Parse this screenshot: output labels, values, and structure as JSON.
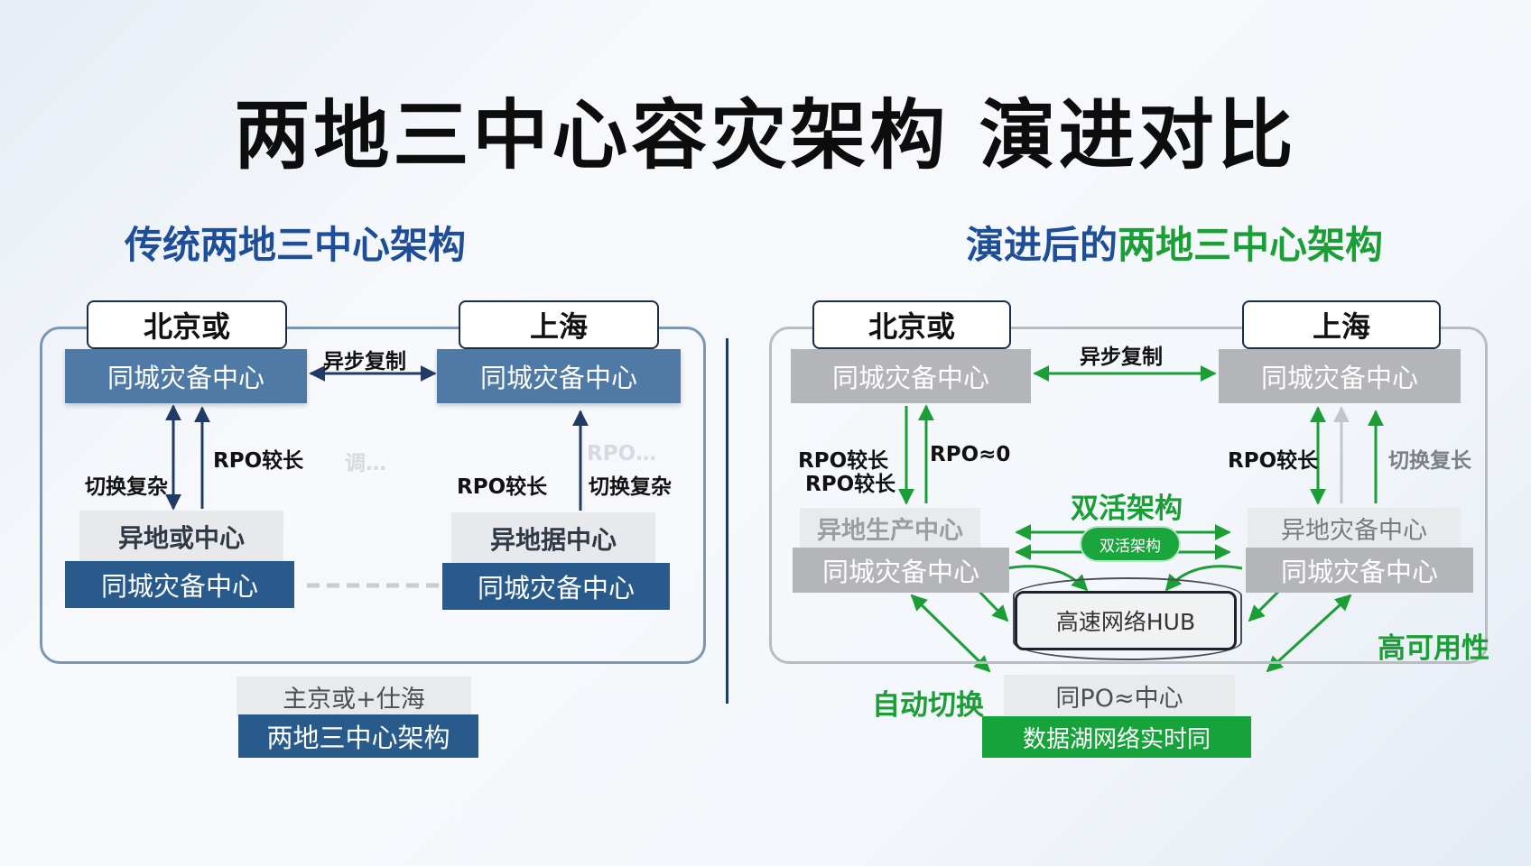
{
  "title": "两地三中心容灾架构 演进对比",
  "left": {
    "subtitle": "传统两地三中心架构",
    "tag_beijing": "北京或",
    "tag_shanghai": "上海",
    "bj_center": "同城灾备中心",
    "sh_center": "同城灾备中心",
    "async_label": "异步复制",
    "switch_label": "切换复杂",
    "rpo_label": "RPO较长",
    "rpo_label_2": "RPO较长",
    "switch_label_2": "切换复杂",
    "faded_1": "调…",
    "faded_2": "RPO…",
    "remote_center": "异地或中心",
    "remote_center_2": "异地据中心",
    "bottom_left": "同城灾备中心",
    "bottom_right": "同城灾备中心",
    "footer_top": "主京或+仕海",
    "footer_bottom": "两地三中心架构"
  },
  "right": {
    "subtitle_blue": "演进后的",
    "subtitle_green": "两地三中心架构",
    "tag_beijing": "北京或",
    "tag_shanghai": "上海",
    "bj_center": "同城灾备中心",
    "sh_center": "同城灾备中心",
    "async_label": "异步复制",
    "rpo_long_1": "RPO较长",
    "rpo_long_2": "RPO较长",
    "rpo_zero": "RPO≈0",
    "rpo_long_3": "RPO较长",
    "switch_long": "切换复长",
    "active_label": "双活架构",
    "pill_label": "双活架构",
    "remote_prod": "异地生产中心",
    "remote_backup": "异地灾备中心",
    "bottom_left": "同城灾备中心",
    "bottom_right": "同城灾备中心",
    "hub": "高速网络HUB",
    "high_avail": "高可用性",
    "auto_switch": "自动切换",
    "footer_gray": "同PO≈中心",
    "footer_green": "数据湖网络实时同"
  },
  "colors": {
    "blue_title": "#1f4e98",
    "green": "#1a9e35",
    "box_blue": "#4f7aa6",
    "box_dark": "#285a8c",
    "box_gray": "#b3b5b8"
  }
}
